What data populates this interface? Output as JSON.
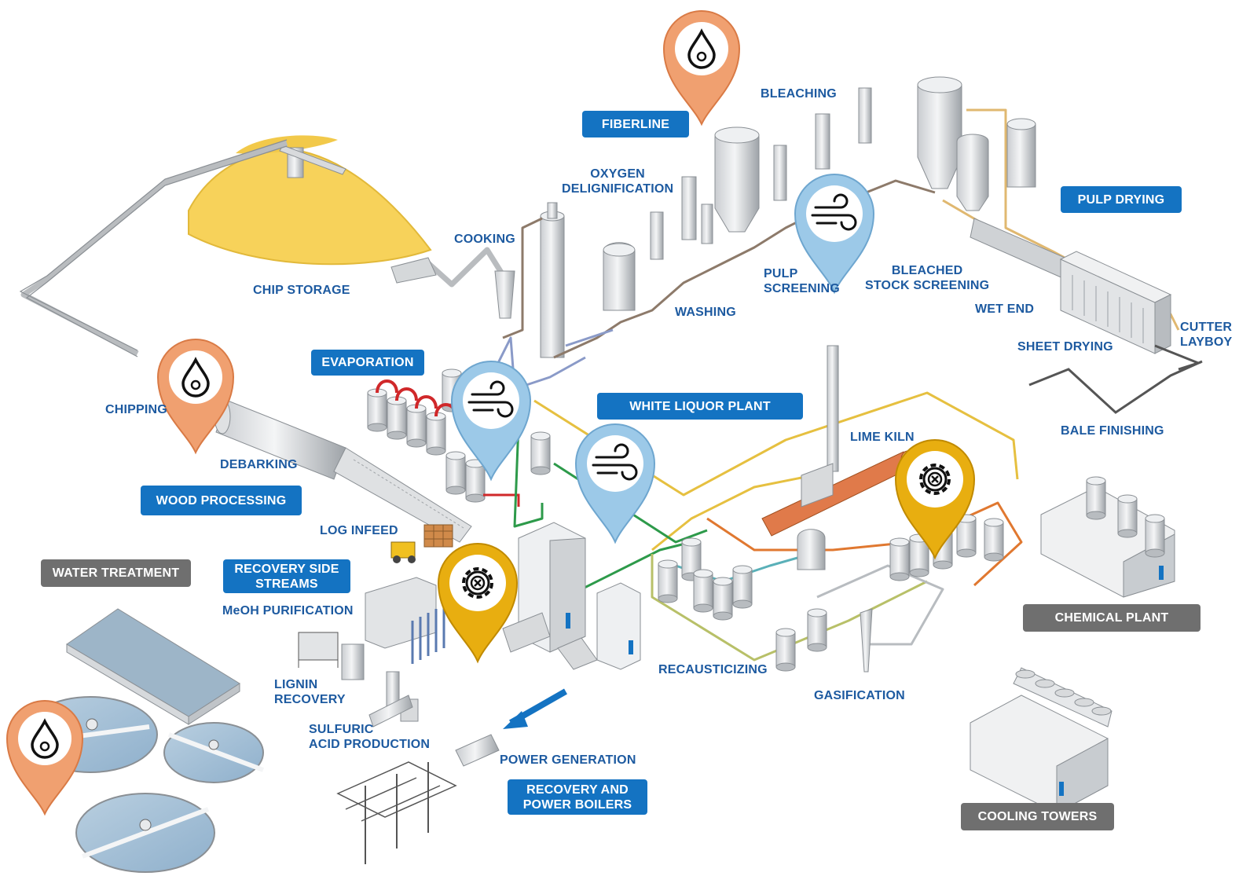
{
  "colors": {
    "tag_blue": "#1473c2",
    "tag_gray": "#6f6f6f",
    "label_blue": "#1d5aa0",
    "chip_pile": "#f7d25a",
    "pin_orange": "#f0a070",
    "pin_lightblue": "#9cc9e8",
    "pin_yellow": "#e8ae10"
  },
  "section_tags": {
    "fiberline": "FIBERLINE",
    "pulp_drying": "PULP DRYING",
    "evaporation": "EVAPORATION",
    "white_liquor_plant": "WHITE LIQUOR PLANT",
    "wood_processing": "WOOD PROCESSING",
    "recovery_side_streams": [
      "RECOVERY SIDE",
      "STREAMS"
    ],
    "recovery_and_power_boilers": [
      "RECOVERY AND",
      "POWER BOILERS"
    ],
    "water_treatment": "WATER TREATMENT",
    "chemical_plant": "CHEMICAL PLANT",
    "cooling_towers": "COOLING TOWERS"
  },
  "labels": {
    "bleaching": "BLEACHING",
    "oxygen_delignification": [
      "OXYGEN",
      "DELIGNIFICATION"
    ],
    "cooking": "COOKING",
    "chip_storage": "CHIP STORAGE",
    "washing": "WASHING",
    "pulp_screening": [
      "PULP",
      "SCREENING"
    ],
    "bleached_stock_screening": [
      "BLEACHED",
      "STOCK SCREENING"
    ],
    "wet_end": "WET END",
    "cutter_layboy": [
      "CUTTER",
      "LAYBOY"
    ],
    "sheet_drying": "SHEET DRYING",
    "bale_finishing": "BALE FINISHING",
    "chipping": "CHIPPING",
    "debarking": "DEBARKING",
    "log_infeed": "LOG INFEED",
    "lime_kiln": "LIME KILN",
    "meoh_purification": "MeOH PURIFICATION",
    "lignin_recovery": [
      "LIGNIN",
      "RECOVERY"
    ],
    "sulfuric_acid_production": [
      "SULFURIC",
      "ACID PRODUCTION"
    ],
    "power_generation": "POWER GENERATION",
    "recausticizing": "RECAUSTICIZING",
    "gasification": "GASIFICATION"
  },
  "pins": [
    {
      "name": "water-drop-pin",
      "icon": "water-drop-icon",
      "color": "#f0a070"
    },
    {
      "name": "air-flow-pin",
      "icon": "wind-icon",
      "color": "#9cc9e8"
    },
    {
      "name": "gear-pin",
      "icon": "gear-cross-icon",
      "color": "#e8ae10"
    }
  ]
}
